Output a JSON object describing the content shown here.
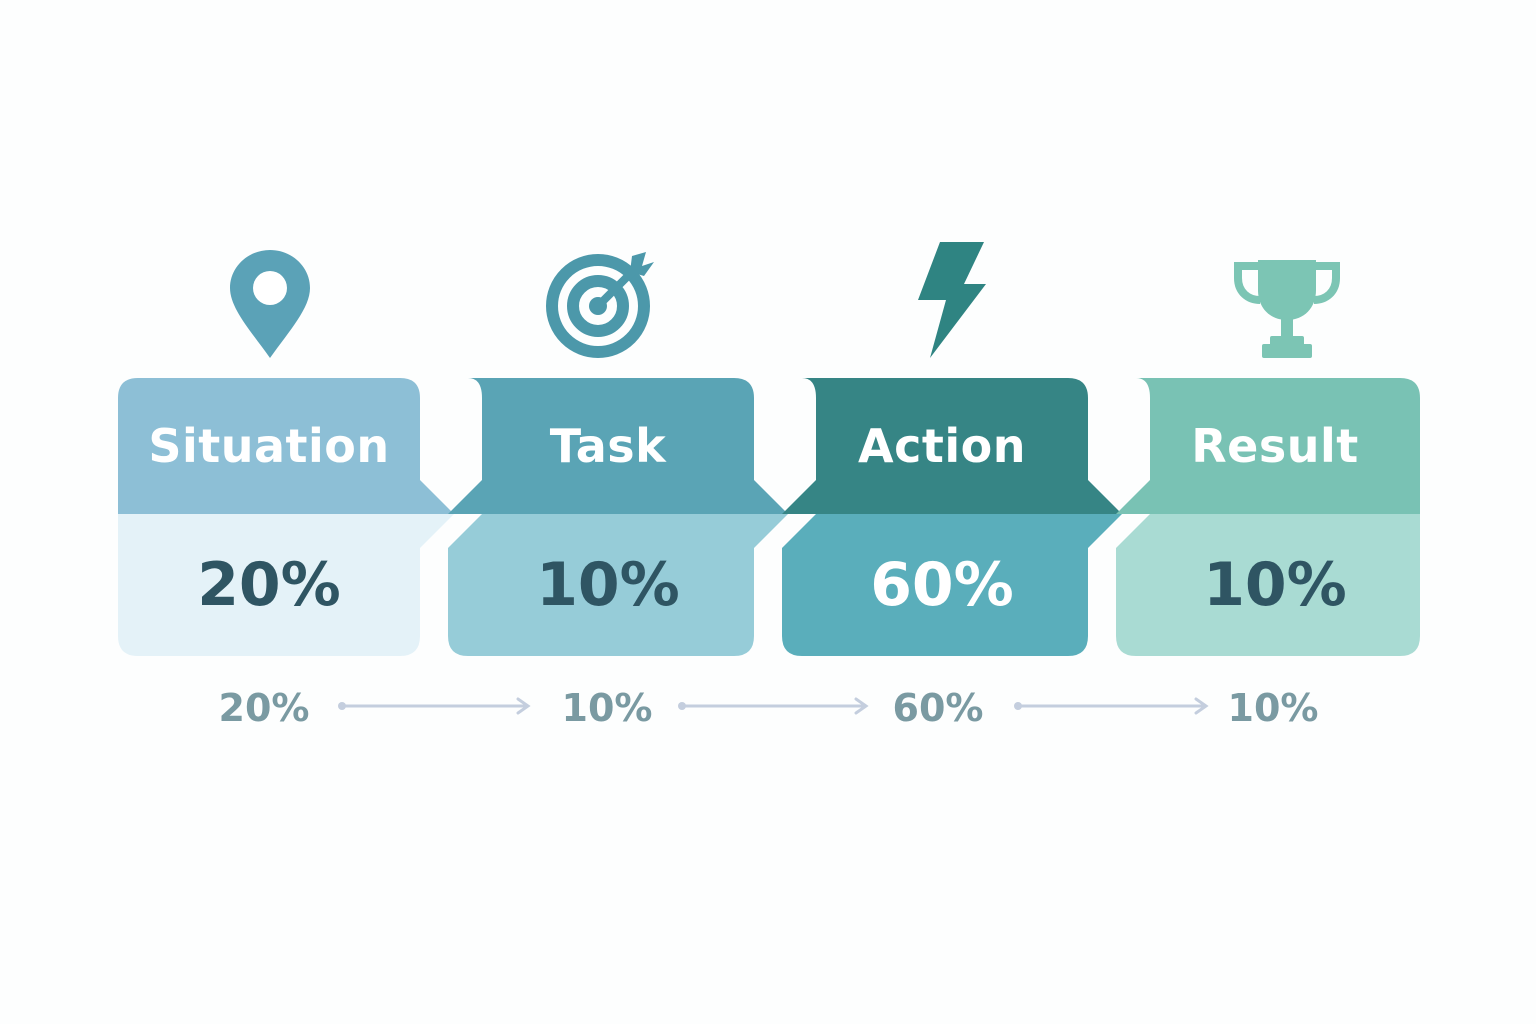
{
  "steps": [
    {
      "title": "Situation",
      "percent_label": "20%",
      "bottom_label": "20%",
      "icon": "map-pin-icon",
      "colors": {
        "top": "#8dbfd6",
        "bottom": "#e4f2f8",
        "value_text": "#2f5563",
        "icon": "#5ba2b7"
      }
    },
    {
      "title": "Task",
      "percent_label": "10%",
      "bottom_label": "10%",
      "icon": "target-icon",
      "colors": {
        "top": "#5aa4b5",
        "bottom": "#96ccd8",
        "value_text": "#2f5563",
        "icon": "#4c98aa"
      }
    },
    {
      "title": "Action",
      "percent_label": "60%",
      "bottom_label": "60%",
      "icon": "lightning-icon",
      "colors": {
        "top": "#368585",
        "bottom": "#5aaebb",
        "value_text": "#ffffff",
        "icon": "#2f8482"
      }
    },
    {
      "title": "Result",
      "percent_label": "10%",
      "bottom_label": "10%",
      "icon": "trophy-icon",
      "colors": {
        "top": "#79c2b4",
        "bottom": "#a9dbd3",
        "value_text": "#2f5563",
        "icon": "#7cc5b4"
      }
    }
  ],
  "connector_color": "#c4cede"
}
